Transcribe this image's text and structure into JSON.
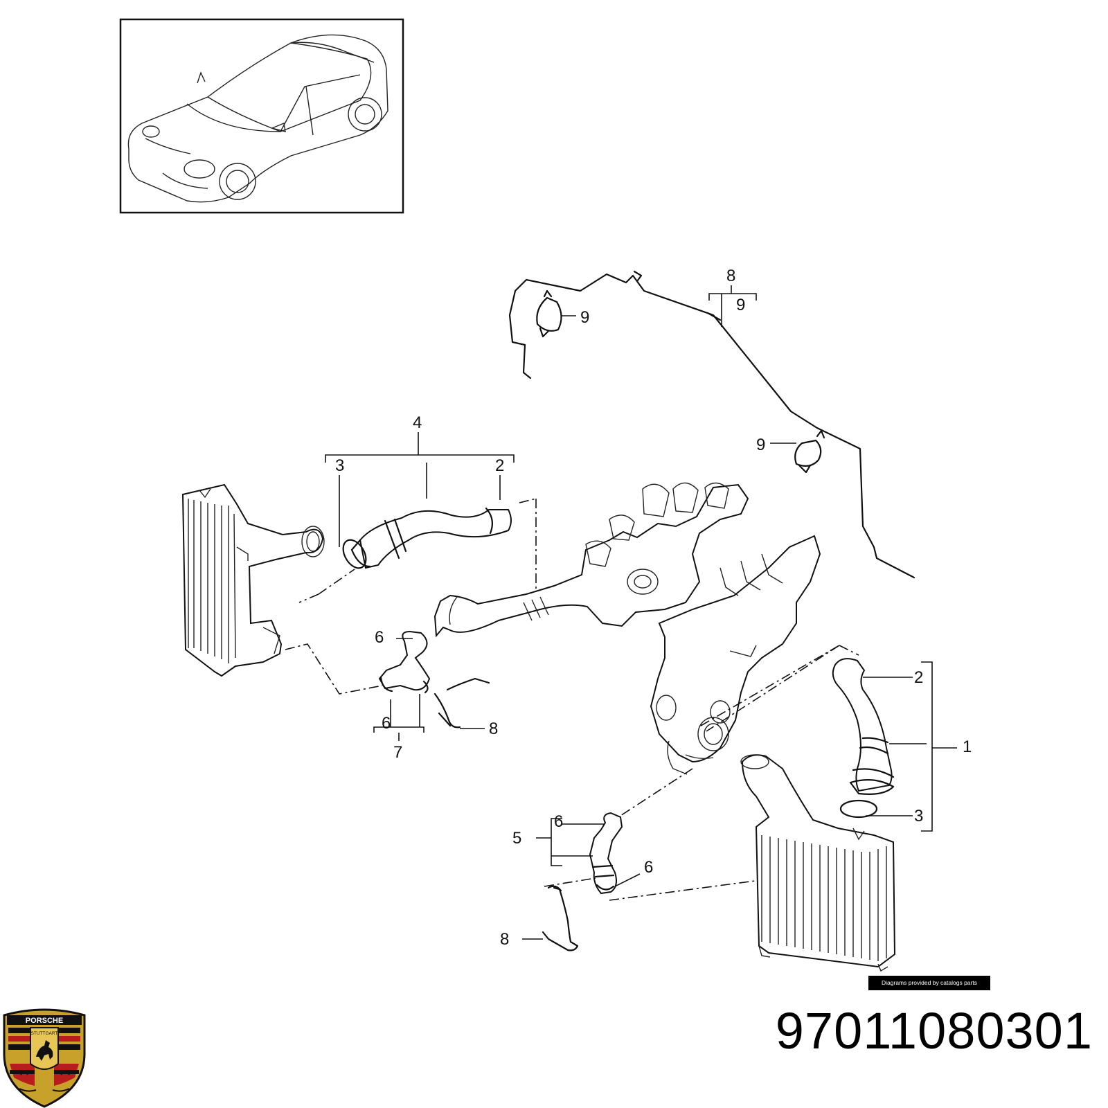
{
  "callouts": {
    "c1": "1",
    "c2a": "2",
    "c2b": "2",
    "c3a": "3",
    "c3b": "3",
    "c4": "4",
    "c5": "5",
    "c6a": "6",
    "c6b": "6",
    "c6c": "6",
    "c6d": "6",
    "c7": "7",
    "c8a": "8",
    "c8b": "8",
    "c8c": "8",
    "c9a": "9",
    "c9b": "9",
    "c9c": "9"
  },
  "credit": "Diagrams provided by catalogs parts",
  "part_number": "97011080301",
  "logo": {
    "top_text": "PORSCHE",
    "shield_text": "STUTTGART",
    "colors": [
      "#c8a12a",
      "#b81c1c",
      "#111111"
    ]
  },
  "icons": [
    "car-thumbnail-icon",
    "intercooler-icon",
    "hose-icon",
    "turbo-manifold-icon",
    "clamp-icon",
    "porsche-crest-icon"
  ]
}
